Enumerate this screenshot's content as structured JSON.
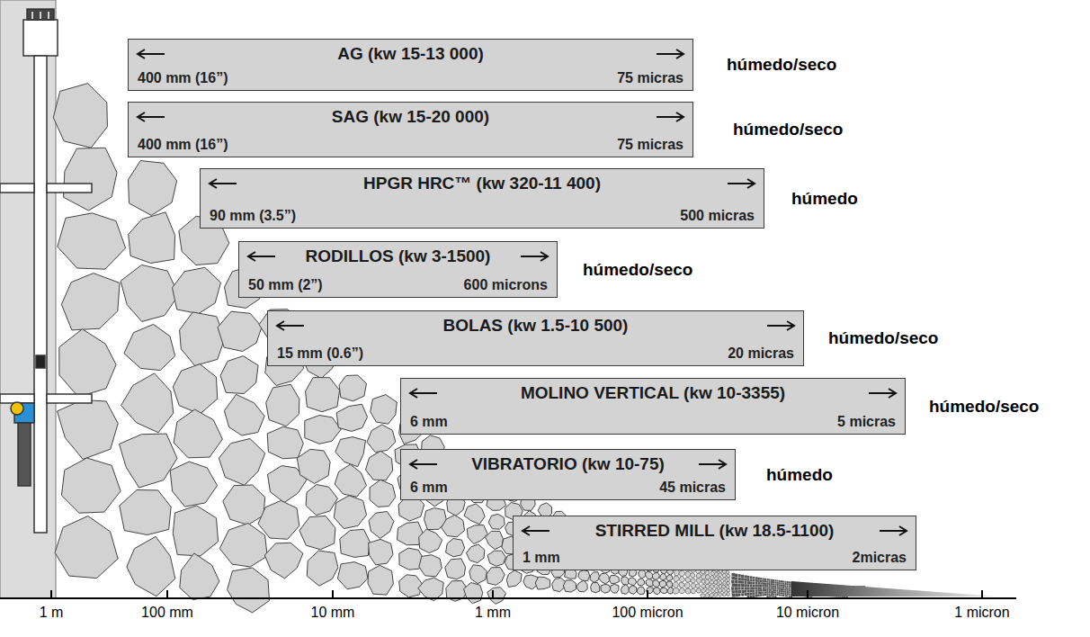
{
  "diagram": {
    "nodes": [
      {
        "text": [
          "AG (kw 15-13 000)",
          "400 mm (16”)",
          "75 micras"
        ]
      },
      {
        "text": [
          "SAG (kw 15-20 000)",
          "400 mm (16”)",
          "75 micras"
        ]
      },
      {
        "text": [
          "HPGR HRC™ (kw 320-11 400)",
          "90 mm (3.5”)",
          "500 micras"
        ]
      },
      {
        "text": [
          "RODILLOS (kw 3-1500)",
          "50 mm (2”)",
          "600 microns"
        ]
      },
      {
        "text": [
          "BOLAS (kw 1.5-10 500)",
          "15 mm (0.6”)",
          "20 micras"
        ]
      },
      {
        "text": [
          "MOLINO VERTICAL (kw 10-3355)",
          "6 mm",
          "5 micras"
        ]
      },
      {
        "text": [
          "VIBRATORIO (kw 10-75)",
          "6 mm",
          "45 micras"
        ]
      },
      {
        "text": [
          "STIRRED MILL (kw 18.5-1100)",
          "1 mm",
          "2micras"
        ]
      }
    ],
    "labels": [
      "húmedo/seco",
      "húmedo/seco",
      "húmedo",
      "húmedo/seco",
      "húmedo/seco",
      "húmedo/seco",
      "húmedo",
      "1 m",
      "100 mm",
      "10 mm",
      "1 mm",
      "100 micron",
      "10 micron",
      "1 micron"
    ]
  }
}
